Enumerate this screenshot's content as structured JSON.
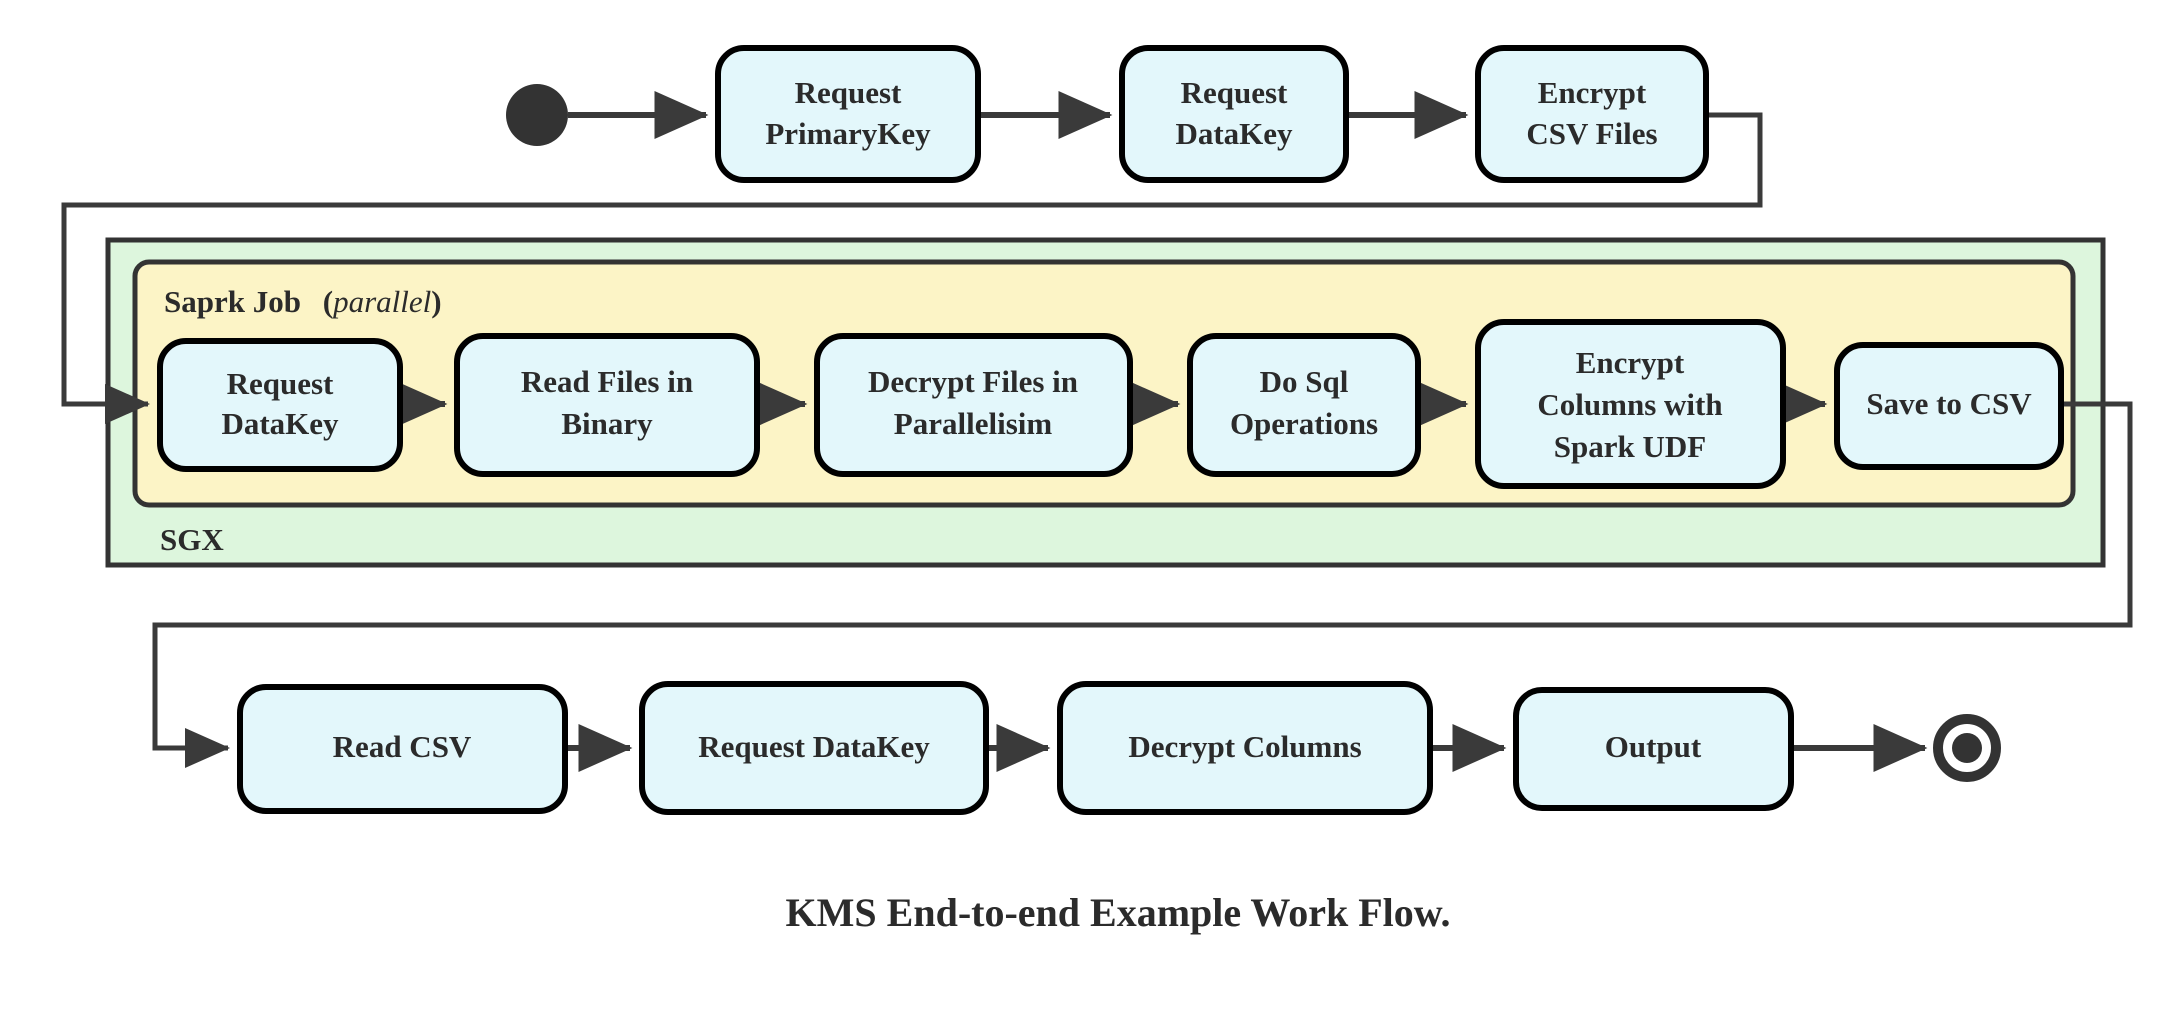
{
  "diagram": {
    "caption": "KMS End-to-end Example Work Flow.",
    "start_node": {
      "name": "start",
      "shape": "filled-circle"
    },
    "end_node": {
      "name": "end",
      "shape": "ring-with-dot"
    },
    "groups": [
      {
        "id": "sgx",
        "label": "SGX",
        "color": "#ddf6dd",
        "border": "#333333"
      },
      {
        "id": "spark-job",
        "label": "Saprk Job",
        "label_suffix_open": "(",
        "label_suffix_italic": "parallel",
        "label_suffix_close": ")",
        "color": "#fcf4c6",
        "border": "#333333"
      }
    ],
    "node_fill": "#e3f7fb",
    "node_stroke": "#000000",
    "edge_color": "#3a3a3a",
    "rows": [
      {
        "id": "row-top",
        "nodes": [
          {
            "id": "request-primarykey",
            "lines": [
              "Request",
              "PrimaryKey"
            ]
          },
          {
            "id": "request-datakey-top",
            "lines": [
              "Request",
              "DataKey"
            ]
          },
          {
            "id": "encrypt-csv-files",
            "lines": [
              "Encrypt",
              "CSV Files"
            ]
          }
        ]
      },
      {
        "id": "row-spark",
        "nodes": [
          {
            "id": "request-datakey-spark",
            "lines": [
              "Request",
              "DataKey"
            ]
          },
          {
            "id": "read-files-in-binary",
            "lines": [
              "Read Files in",
              "Binary"
            ]
          },
          {
            "id": "decrypt-files-in-parallelisim",
            "lines": [
              "Decrypt Files in",
              "Parallelisim"
            ]
          },
          {
            "id": "do-sql-operations",
            "lines": [
              "Do Sql",
              "Operations"
            ]
          },
          {
            "id": "encrypt-columns-with-spark-udf",
            "lines": [
              "Encrypt",
              "Columns with",
              "Spark UDF"
            ]
          },
          {
            "id": "save-to-csv",
            "lines": [
              "Save to CSV"
            ]
          }
        ]
      },
      {
        "id": "row-bottom",
        "nodes": [
          {
            "id": "read-csv",
            "lines": [
              "Read CSV"
            ]
          },
          {
            "id": "request-datakey-bottom",
            "lines": [
              "Request DataKey"
            ]
          },
          {
            "id": "decrypt-columns",
            "lines": [
              "Decrypt Columns"
            ]
          },
          {
            "id": "output",
            "lines": [
              "Output"
            ]
          }
        ]
      }
    ]
  }
}
